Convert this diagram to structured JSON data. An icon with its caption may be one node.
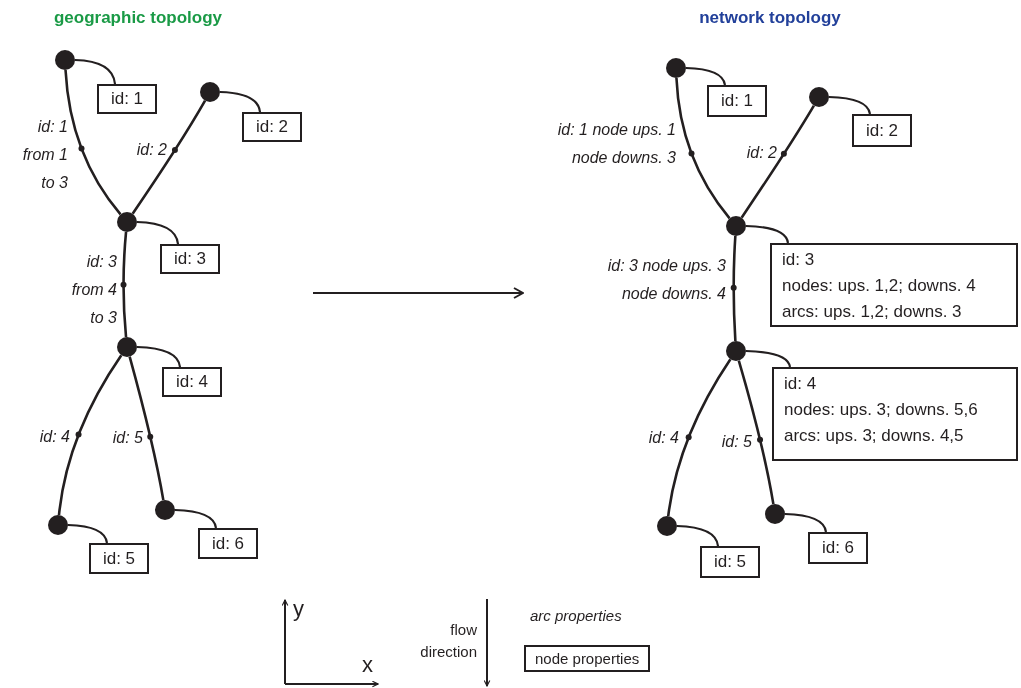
{
  "diagram": {
    "nodes": [
      {
        "text": [],
        "shape": "circle"
      },
      {
        "text": [
          "id: 1"
        ]
      },
      {
        "text": [],
        "shape": "circle"
      },
      {
        "text": [
          "id: 2"
        ]
      },
      {
        "text": [],
        "shape": "circle"
      },
      {
        "text": [
          "id: 3"
        ]
      },
      {
        "text": [],
        "shape": "circle"
      },
      {
        "text": [
          "id: 4"
        ]
      },
      {
        "text": [],
        "shape": "circle"
      },
      {
        "text": [
          "id: 5"
        ]
      },
      {
        "text": [],
        "shape": "circle"
      },
      {
        "text": [
          "id: 6"
        ]
      },
      {
        "text": [],
        "shape": "circle"
      },
      {
        "text": [
          "id: 1"
        ]
      },
      {
        "text": [],
        "shape": "circle"
      },
      {
        "text": [
          "id: 2"
        ]
      },
      {
        "text": [],
        "shape": "circle"
      },
      {
        "text": [
          "id: 3",
          "nodes: ups. 1,2; downs. 4",
          "arcs: ups. 1,2; downs. 3"
        ]
      },
      {
        "text": [],
        "shape": "circle"
      },
      {
        "text": [
          "id: 4",
          "nodes: ups. 3; downs. 5,6",
          "arcs: ups. 3; downs. 4,5"
        ]
      },
      {
        "text": [],
        "shape": "circle"
      },
      {
        "text": [
          "id: 5"
        ]
      },
      {
        "text": [],
        "shape": "circle"
      },
      {
        "text": [
          "id: 6"
        ]
      }
    ],
    "edges": [
      {
        "from": 0,
        "to": 1,
        "arrow": "none"
      },
      {
        "from": 2,
        "to": 3,
        "arrow": "none"
      },
      {
        "from": 4,
        "to": 5,
        "arrow": "none"
      },
      {
        "from": 6,
        "to": 7,
        "arrow": "none"
      },
      {
        "from": 8,
        "to": 9,
        "arrow": "none"
      },
      {
        "from": 10,
        "to": 11,
        "arrow": "none"
      },
      {
        "from": 0,
        "to": 4,
        "arrow": "none",
        "label": "id: 1 from 1 to 3"
      },
      {
        "from": 2,
        "to": 4,
        "arrow": "none",
        "label": "id: 2"
      },
      {
        "from": 4,
        "to": 6,
        "arrow": "none",
        "label": "id: 3 from 4 to 3"
      },
      {
        "from": 6,
        "to": 8,
        "arrow": "none",
        "label": "id: 4"
      },
      {
        "from": 6,
        "to": 10,
        "arrow": "none",
        "label": "id: 5"
      },
      {
        "from": 12,
        "to": 13,
        "arrow": "none"
      },
      {
        "from": 14,
        "to": 15,
        "arrow": "none"
      },
      {
        "from": 16,
        "to": 17,
        "arrow": "none"
      },
      {
        "from": 18,
        "to": 19,
        "arrow": "none"
      },
      {
        "from": 20,
        "to": 21,
        "arrow": "none"
      },
      {
        "from": 22,
        "to": 23,
        "arrow": "none"
      },
      {
        "from": 12,
        "to": 16,
        "arrow": "none",
        "label": "id: 1 node ups. 1 node downs. 3"
      },
      {
        "from": 14,
        "to": 16,
        "arrow": "none",
        "label": "id: 2"
      },
      {
        "from": 16,
        "to": 18,
        "arrow": "none",
        "label": "id: 3 node ups. 3 node downs. 4"
      },
      {
        "from": 18,
        "to": 20,
        "arrow": "none",
        "label": "id: 4"
      },
      {
        "from": 18,
        "to": 22,
        "arrow": "none",
        "label": "id: 5"
      }
    ],
    "labels": [
      "geographic topology",
      "network topology",
      "y",
      "x",
      "flow direction"
    ],
    "legend": [
      {
        "text": "arc properties"
      },
      {
        "text": "node properties"
      }
    ]
  }
}
